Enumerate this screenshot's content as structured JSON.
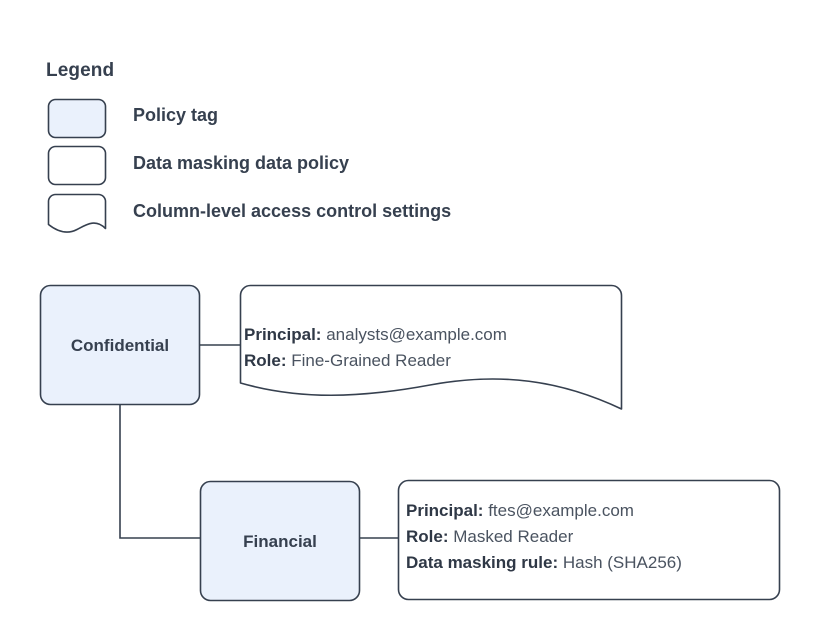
{
  "legend": {
    "title": "Legend",
    "items": [
      {
        "shape": "policy-tag-swatch",
        "label": "Policy tag"
      },
      {
        "shape": "data-masking-policy-swatch",
        "label": "Data masking data policy"
      },
      {
        "shape": "column-access-control-swatch",
        "label": "Column-level access control settings"
      }
    ]
  },
  "nodes": [
    {
      "id": "confidential",
      "label": "Confidential",
      "type": "policy-tag"
    },
    {
      "id": "financial",
      "label": "Financial",
      "type": "policy-tag"
    }
  ],
  "panels": [
    {
      "id": "confidential-access-control",
      "type": "column-level-access-control-settings",
      "rows": [
        {
          "key": "Principal:",
          "value": "analysts@example.com"
        },
        {
          "key": "Role:",
          "value": "Fine-Grained Reader"
        }
      ]
    },
    {
      "id": "financial-data-masking-policy",
      "type": "data-masking-data-policy",
      "rows": [
        {
          "key": "Principal:",
          "value": "ftes@example.com"
        },
        {
          "key": "Role:",
          "value": "Masked Reader"
        },
        {
          "key": "Data masking rule:",
          "value": "Hash (SHA256)"
        }
      ]
    }
  ],
  "connectors": [
    {
      "from": "confidential",
      "to": "confidential-access-control"
    },
    {
      "from": "confidential",
      "to": "financial"
    },
    {
      "from": "financial",
      "to": "financial-data-masking-policy"
    }
  ],
  "colors": {
    "background": "#ffffff",
    "policy_tag_fill": "#eaf1fc",
    "shape_stroke": "#36404f",
    "panel_fill": "#ffffff",
    "text": "#36404f",
    "value_text": "#4a5360",
    "connector": "#36404f"
  }
}
